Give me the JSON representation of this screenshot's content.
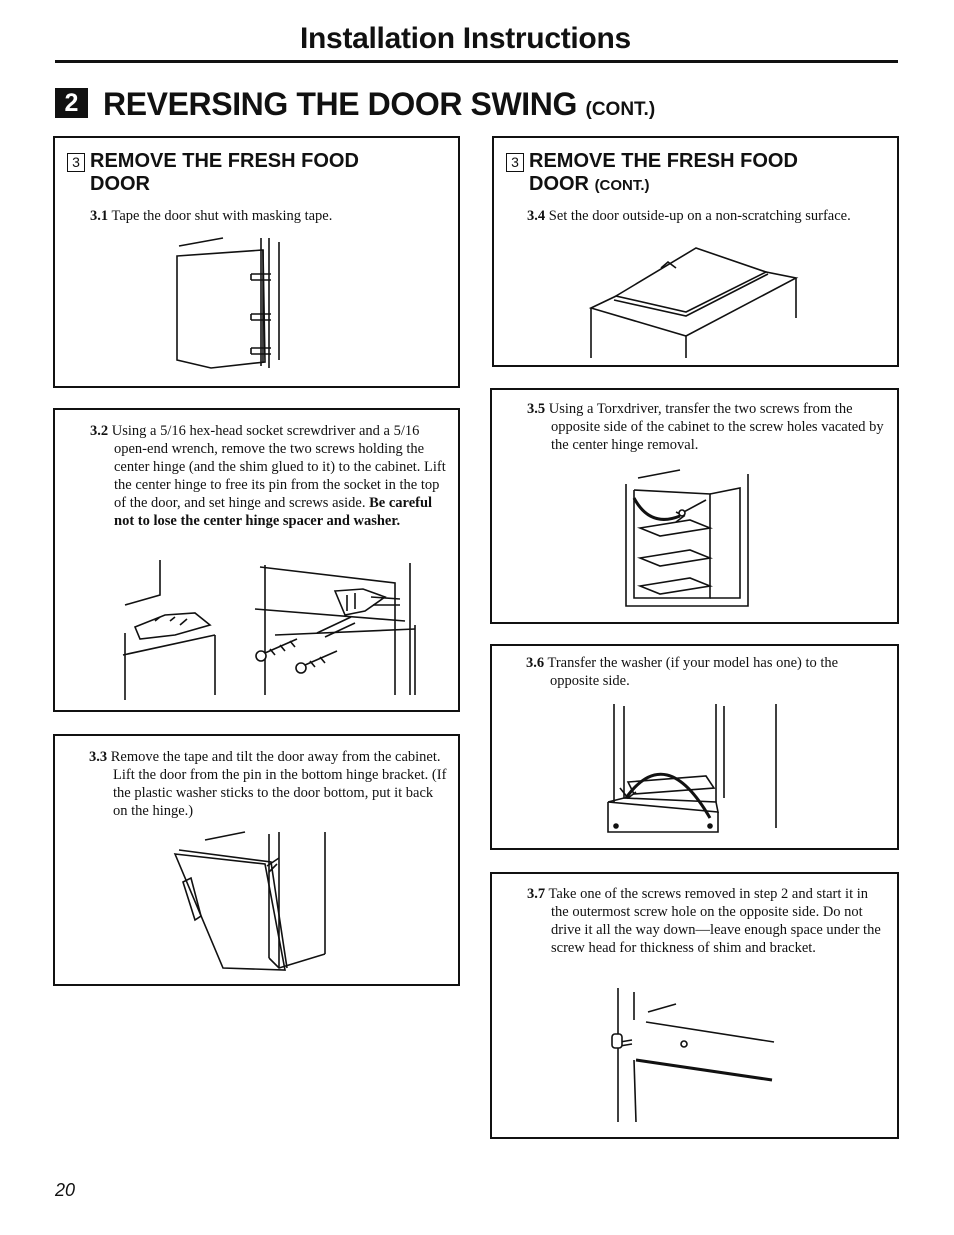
{
  "header": {
    "title": "Installation Instructions"
  },
  "section": {
    "number": "2",
    "title": "REVERSING THE DOOR SWING",
    "cont": "(CONT.)"
  },
  "left_column": {
    "step_number": "3",
    "step_title": "REMOVE THE FRESH FOOD DOOR",
    "steps": [
      {
        "num": "3.1",
        "text": "Tape the door shut with masking tape.",
        "bold": ""
      },
      {
        "num": "3.2",
        "text": "Using a 5/16 hex-head socket screwdriver and a 5/16 open-end wrench, remove the two screws holding the center hinge (and the shim glued to it) to the cabinet. Lift the center hinge to free its pin from the socket in the top of the door, and set hinge and screws aside.",
        "bold": "Be careful not to lose the center hinge spacer and washer."
      },
      {
        "num": "3.3",
        "text": "Remove the tape and tilt the door away from the cabinet. Lift the door from the pin in the bottom hinge bracket. (If the plastic washer sticks to the door bottom, put it back on the hinge.)",
        "bold": ""
      }
    ]
  },
  "right_column": {
    "step_number": "3",
    "step_title_line1": "REMOVE THE FRESH FOOD",
    "step_title_line2": "DOOR",
    "step_title_cont": "(CONT.)",
    "steps": [
      {
        "num": "3.4",
        "text": "Set the door outside-up on a non-scratching surface."
      },
      {
        "num": "3.5",
        "text": "Using a Torxdriver, transfer the two screws from the opposite side of the cabinet to the screw holes vacated by the center hinge removal."
      },
      {
        "num": "3.6",
        "text": "Transfer the washer (if your model has one) to the opposite side."
      },
      {
        "num": "3.7",
        "text": "Take one of the screws removed in step 2 and start it in the outermost screw hole on the opposite side. Do not drive it all the way down—leave enough space under the screw head for thickness of shim and bracket."
      }
    ]
  },
  "footer": {
    "page_number": "20"
  }
}
